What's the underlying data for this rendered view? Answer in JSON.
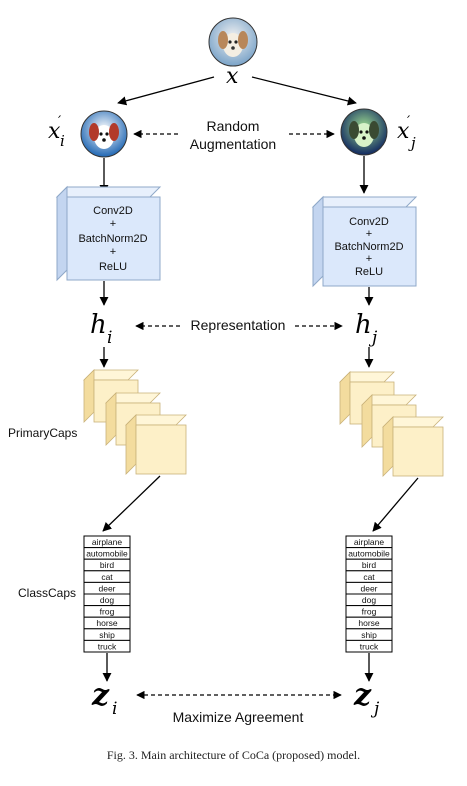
{
  "labels": {
    "x": "x",
    "xi": "x",
    "xi_sub": "i",
    "xj": "x",
    "xj_sub": "j",
    "random_aug_line1": "Random",
    "random_aug_line2": "Augmentation",
    "hi": "h",
    "hi_sub": "i",
    "hj": "h",
    "hj_sub": "j",
    "representation": "Representation",
    "primarycaps": "PrimaryCaps",
    "classcaps": "ClassCaps",
    "zi": "z",
    "zi_sub": "i",
    "zj": "z",
    "zj_sub": "j",
    "maximize": "Maximize Agreement",
    "prime": "′"
  },
  "encoder_block": {
    "line1": "Conv2D",
    "plus1": "+",
    "line2": "BatchNorm2D",
    "plus2": "+",
    "line3": "ReLU"
  },
  "classes": [
    "airplane",
    "automobile",
    "bird",
    "cat",
    "deer",
    "dog",
    "frog",
    "horse",
    "ship",
    "truck"
  ],
  "caption": "Fig. 3.  Main architecture of CoCa (proposed) model.",
  "colors": {
    "encoder_front": "#dbe8fb",
    "encoder_side": "#c3d5f0",
    "capsule_fill": "#fdf0c8",
    "capsule_side": "#f3dc9e",
    "capsule_stroke": "#c9b27a"
  }
}
